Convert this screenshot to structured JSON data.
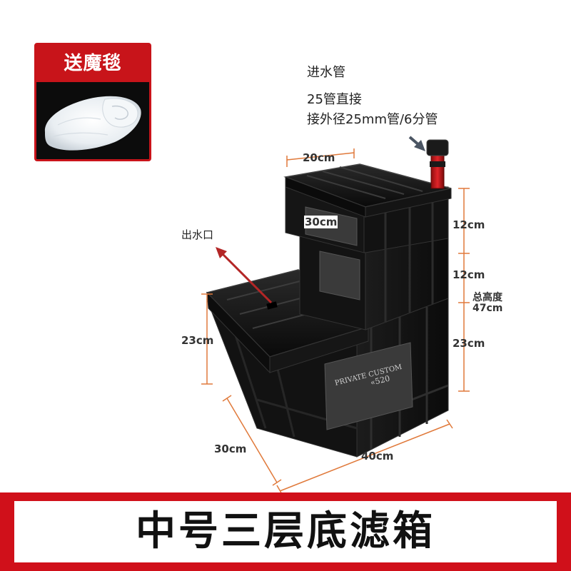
{
  "gift": {
    "label": "送魔毯"
  },
  "annotations": {
    "inlet_title": "进水管",
    "inlet_line1": "25管直接",
    "inlet_line2": "接外径25mm管/6分管",
    "outlet": "出水口"
  },
  "dimensions": {
    "top_width": "20cm",
    "top_depth": "30cm",
    "right_top": "12cm",
    "right_mid": "12cm",
    "total_height_label": "总高度",
    "total_height_value": "47cm",
    "right_bottom": "23cm",
    "left_height": "23cm",
    "bottom_depth": "30cm",
    "bottom_width": "40cm"
  },
  "crate_labels": {
    "brand": "PRIVATE CUSTOM",
    "model": "«520"
  },
  "banner": {
    "title": "中号三层底滤箱"
  },
  "colors": {
    "accent": "#c8141a",
    "dimension_line": "#e0793a",
    "crate": "#111111"
  }
}
